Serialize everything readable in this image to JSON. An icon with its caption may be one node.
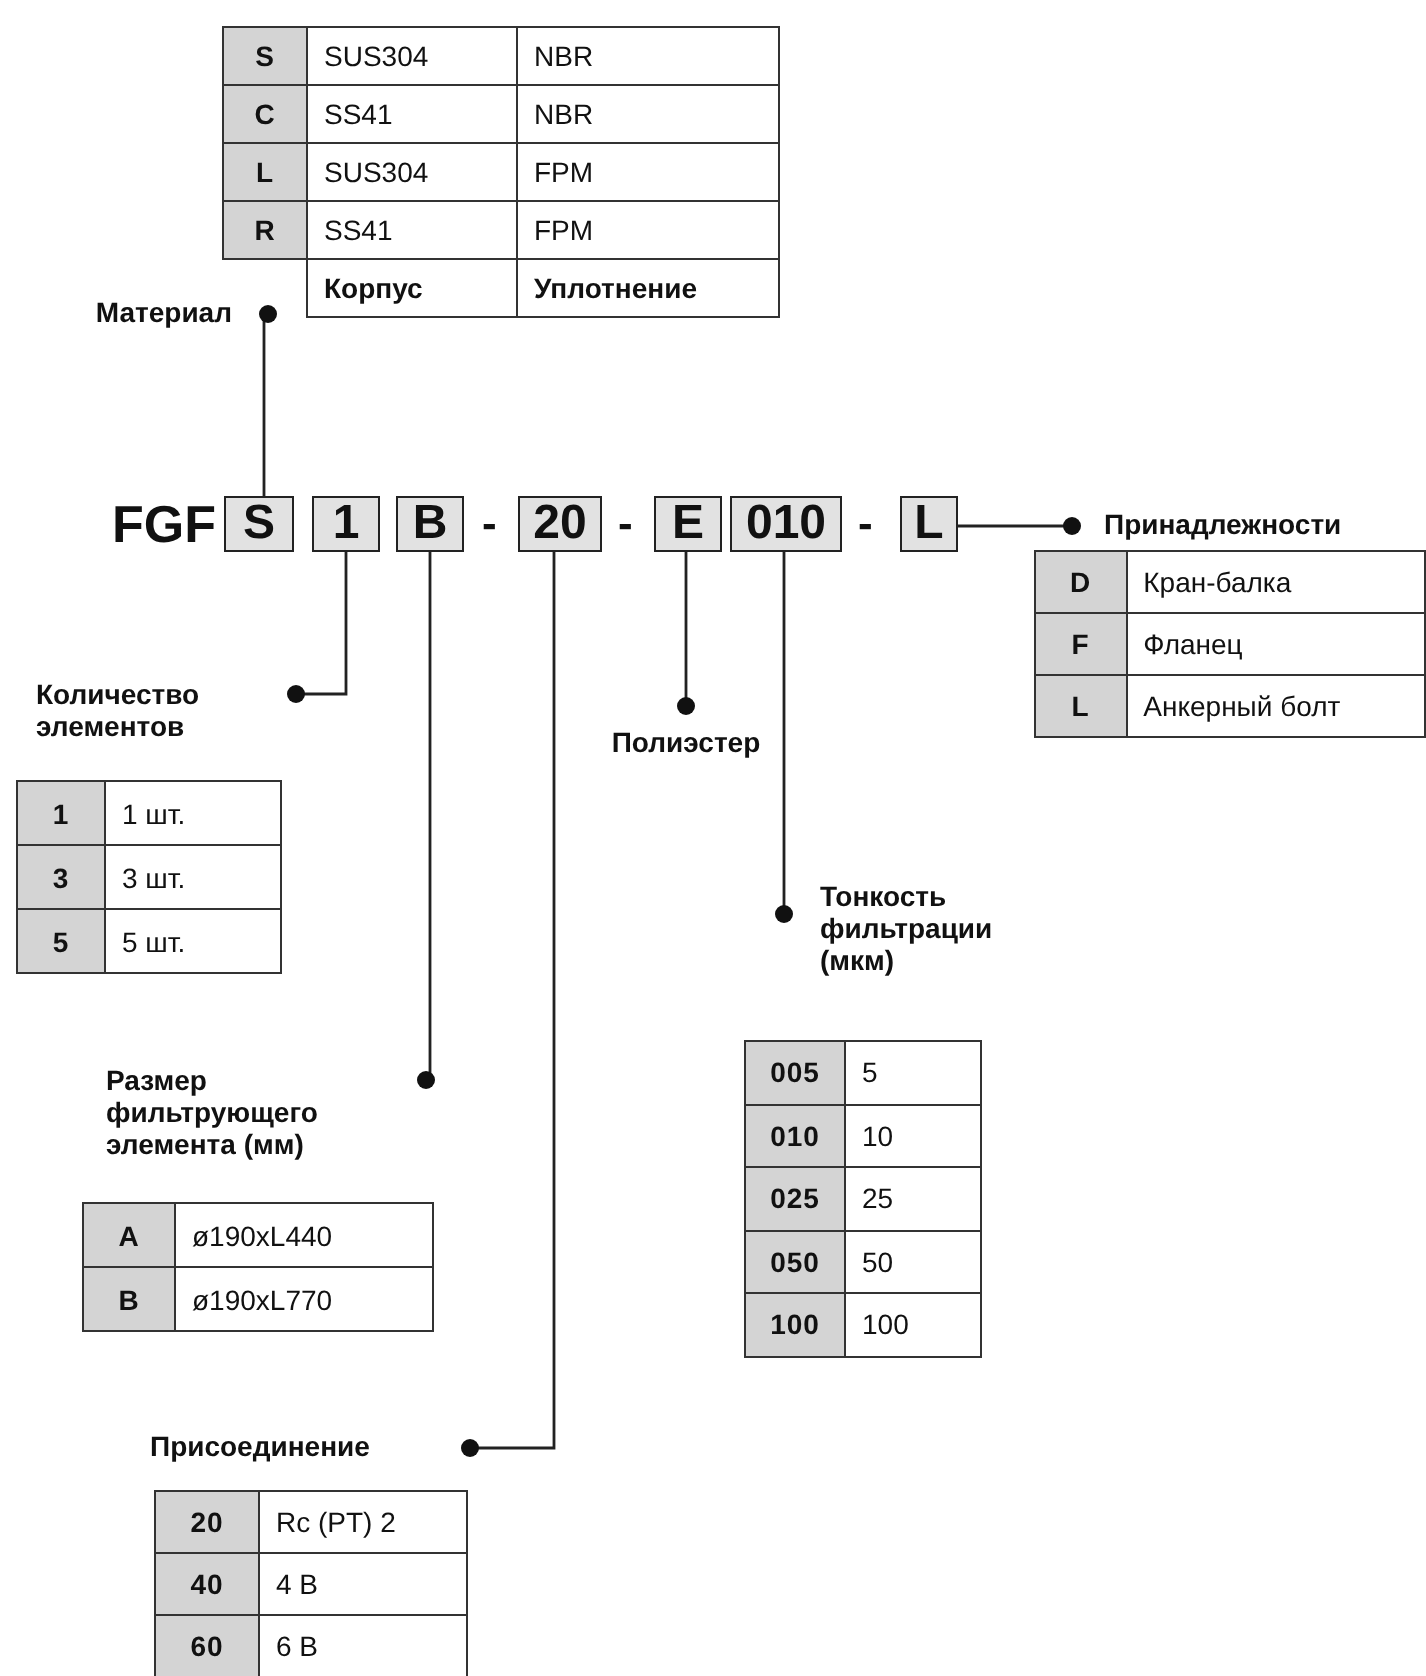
{
  "diagram": {
    "nodes": [
      {
        "text": [
          "Материал"
        ]
      },
      {
        "text": [
          "S"
        ]
      },
      {
        "text": [
          "1"
        ]
      },
      {
        "text": [
          "B"
        ]
      },
      {
        "text": [
          "20"
        ]
      },
      {
        "text": [
          "E"
        ]
      },
      {
        "text": [
          "010"
        ]
      },
      {
        "text": [
          "L"
        ]
      },
      {
        "text": [
          "Количество элементов"
        ]
      },
      {
        "text": [
          "Полиэстер"
        ]
      },
      {
        "text": [
          "Принадлежности"
        ]
      },
      {
        "text": [
          "Тонкость фильтрации (мкм)"
        ]
      },
      {
        "text": [
          "Размер фильтрующего элемента (мм)"
        ]
      },
      {
        "text": [
          "Присоединение"
        ]
      }
    ],
    "edges": [
      {
        "from": 0,
        "to": 1,
        "arrow": "other"
      },
      {
        "from": 8,
        "to": 2,
        "arrow": "other"
      },
      {
        "from": 12,
        "to": 3,
        "arrow": "other"
      },
      {
        "from": 13,
        "to": 4,
        "arrow": "other"
      },
      {
        "from": 9,
        "to": 5,
        "arrow": "other"
      },
      {
        "from": 11,
        "to": 6,
        "arrow": "other"
      },
      {
        "from": 10,
        "to": 7,
        "arrow": "other"
      }
    ],
    "labels": [
      "S",
      "SUS304",
      "NBR",
      "C",
      "SS41",
      "NBR",
      "L",
      "SUS304",
      "FPM",
      "R",
      "SS41",
      "FPM",
      "Корпус",
      "Уплотнение",
      "FGF",
      "-",
      "-",
      "-",
      "D",
      "Кран-балка",
      "F",
      "Фланец",
      "L",
      "Анкерный болт",
      "1",
      "1 шт.",
      "3",
      "3 шт.",
      "5",
      "5 шт.",
      "005",
      "5",
      "010",
      "10",
      "025",
      "25",
      "050",
      "50",
      "100",
      "100",
      "A",
      "ø190xL440",
      "B",
      "ø190xL770",
      "20",
      "Rc (PT) 2",
      "40",
      "4 B",
      "60",
      "6 B"
    ]
  }
}
